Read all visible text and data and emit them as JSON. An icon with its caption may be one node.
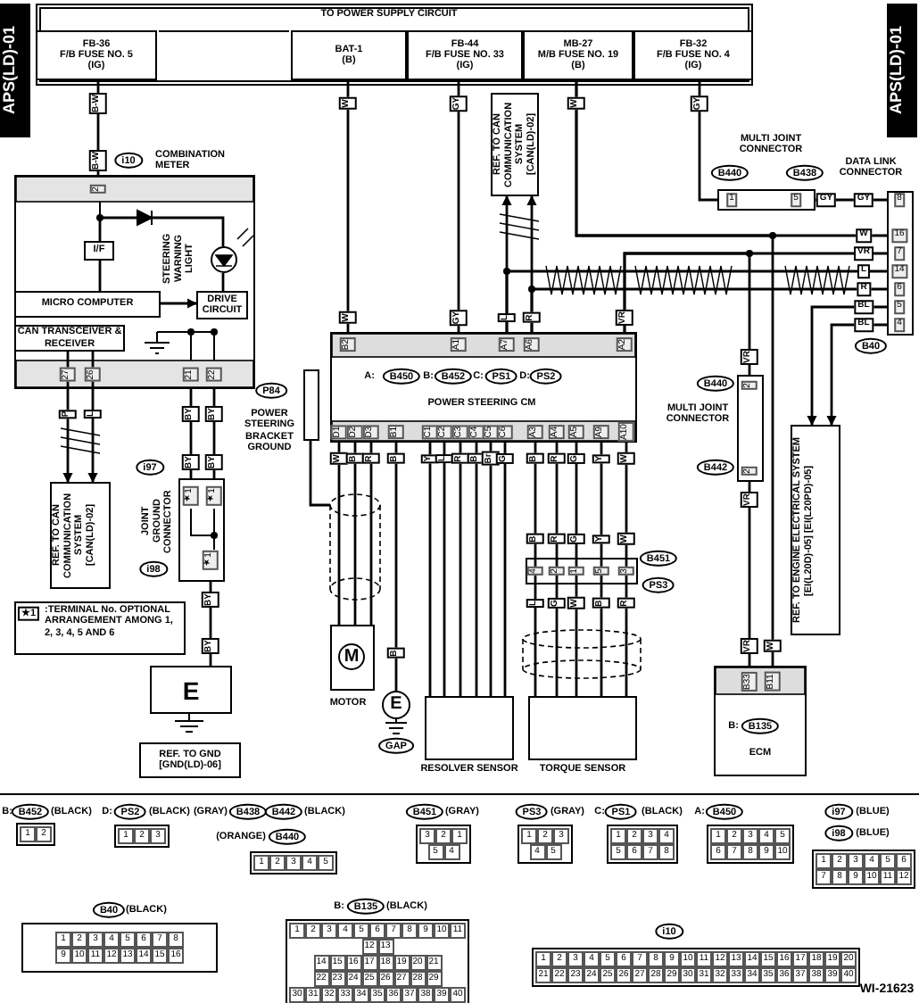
{
  "diagram": {
    "nodes": [
      {
        "text": [
          "TO POWER SUPPLY CIRCUIT"
        ]
      },
      {
        "text": [
          "FB-36",
          "F/B FUSE NO. 5",
          "(IG)"
        ],
        "in": 0
      },
      {
        "text": [
          "BAT-1",
          "(B)"
        ],
        "in": 0
      },
      {
        "text": [
          "FB-44",
          "F/B FUSE NO. 33",
          "(IG)"
        ],
        "in": 0
      },
      {
        "text": [
          "MB-27",
          "M/B FUSE NO. 19",
          "(B)"
        ],
        "in": 0
      },
      {
        "text": [
          "FB-32",
          "F/B FUSE NO. 4",
          "(IG)"
        ],
        "in": 0
      },
      {
        "text": [
          "COMBINATION METER"
        ],
        "beside": [
          "i10"
        ]
      },
      {
        "text": [
          "I/F"
        ],
        "in": 6
      },
      {
        "text": [
          "MICRO COMPUTER"
        ],
        "in": 6
      },
      {
        "text": [
          "DRIVE CIRCUIT"
        ],
        "in": 6
      },
      {
        "text": [
          "CAN TRANSCEIVER & RECEIVER"
        ],
        "in": 6
      },
      {
        "text": [
          "STEERING WARNING LIGHT"
        ],
        "in": 6
      },
      {
        "text": [
          "REF. TO CAN COMMUNICATION SYSTEM [CAN(LD)-02]"
        ]
      },
      {
        "text": [
          "REF. TO CAN COMMUNICATION SYSTEM [CAN(LD)-02]"
        ]
      },
      {
        "text": [
          "JOINT GROUND CONNECTOR"
        ],
        "beside": [
          "i97",
          "i98"
        ]
      },
      {
        "text": [
          "E"
        ]
      },
      {
        "text": [
          "REF. TO GND [GND(LD)-06]"
        ]
      },
      {
        "text": [
          "★1",
          ":TERMINAL No. OPTIONAL ARRANGEMENT AMONG 1, 2, 3, 4, 5 AND 6"
        ]
      },
      {
        "text": [
          "A:",
          "B450",
          "B:",
          "B452",
          "C:",
          "PS1",
          "D:",
          "PS2",
          "POWER STEERING CM"
        ]
      },
      {
        "text": [
          "POWER STEERING BRACKET GROUND"
        ],
        "beside": [
          "P84"
        ]
      },
      {
        "text": [
          "M"
        ],
        "beside": [
          "MOTOR"
        ]
      },
      {
        "text": [
          "E"
        ],
        "beside": [
          "GAP"
        ]
      },
      {
        "text": [
          "RESOLVER SENSOR"
        ]
      },
      {
        "text": [
          "TORQUE SENSOR"
        ]
      },
      {
        "text": [
          "B:",
          "B135",
          "ECM"
        ]
      },
      {
        "text": [
          "MULTI JOINT CONNECTOR"
        ],
        "beside": [
          "B440",
          "B438"
        ]
      },
      {
        "text": [
          "DATA LINK CONNECTOR"
        ],
        "beside": [
          "B40"
        ]
      },
      {
        "text": [
          "MULTI JOINT CONNECTOR"
        ],
        "beside": [
          "B440",
          "B442"
        ]
      },
      {
        "text": [
          "REF. TO ENGINE ELECTRICAL SYSTEM [EI(L20D)-05] [EI(L20PD)-05]"
        ]
      },
      {
        "text": [
          "1 2"
        ],
        "beside": [
          "B:",
          "B452",
          "(BLACK)"
        ]
      },
      {
        "text": [
          "1 2 3"
        ],
        "beside": [
          "D:",
          "PS2",
          "(BLACK)"
        ]
      },
      {
        "text": [
          "1 2 3 4 5"
        ],
        "beside": [
          "(GRAY)",
          "B438",
          "B442",
          "(BLACK)",
          "(ORANGE)",
          "B440"
        ]
      },
      {
        "text": [
          "3 2 1",
          "5 4"
        ],
        "beside": [
          "B451",
          "(GRAY)"
        ]
      },
      {
        "text": [
          "1 2 3",
          "4 5"
        ],
        "beside": [
          "PS3",
          "(GRAY)"
        ]
      },
      {
        "text": [
          "1 2 3 4",
          "5 6 7 8"
        ],
        "beside": [
          "C:",
          "PS1",
          "(BLACK)"
        ]
      },
      {
        "text": [
          "1 2 3 4 5",
          "6 7 8 9 10"
        ],
        "beside": [
          "A:",
          "B450"
        ]
      },
      {
        "text": [
          "1 2 3 4 5 6",
          "7 8 9 10 11 12"
        ],
        "beside": [
          "i97",
          "(BLUE)",
          "i98",
          "(BLUE)"
        ]
      },
      {
        "text": [
          "1 2 3 4 5 6 7 8",
          "9 10 11 12 13 14 15 16"
        ],
        "beside": [
          "B40",
          "(BLACK)"
        ]
      },
      {
        "text": [
          "1 2 3 4 5 6 7 8 9 10 11",
          "12 13",
          "14 15 16 17 18 19 20 21",
          "22 23 24 25 26 27 28 29",
          "30 31 32 33 34 35 36 37 38 39 40"
        ],
        "beside": [
          "B:",
          "B135",
          "(BLACK)"
        ]
      },
      {
        "text": [
          "1 2 3 4 5 6 7 8 9 10 11 12 13 14 15 16 17 18 19 20",
          "21 22 23 24 25 26 27 28 29 30 31 32 33 34 35 36 37 38 39 40"
        ],
        "beside": [
          "i10"
        ]
      }
    ],
    "edges": [
      {
        "from": 1,
        "to": 6,
        "arrow": "none"
      },
      {
        "from": 2,
        "to": 18,
        "arrow": "none"
      },
      {
        "from": 3,
        "to": 18,
        "arrow": "none"
      },
      {
        "from": 4,
        "to": 26,
        "arrow": "none"
      },
      {
        "from": 4,
        "to": 24,
        "arrow": "none"
      },
      {
        "from": 5,
        "to": 25,
        "arrow": "none"
      },
      {
        "from": 25,
        "to": 26,
        "arrow": "none"
      },
      {
        "from": 10,
        "to": 12,
        "arrow": "to"
      },
      {
        "from": 10,
        "to": 12,
        "arrow": "to"
      },
      {
        "from": 6,
        "to": 14,
        "arrow": "none"
      },
      {
        "from": 6,
        "to": 14,
        "arrow": "none"
      },
      {
        "from": 14,
        "to": 15,
        "arrow": "none"
      },
      {
        "from": 18,
        "to": 13,
        "arrow": "to"
      },
      {
        "from": 18,
        "to": 13,
        "arrow": "to"
      },
      {
        "from": 18,
        "to": 26,
        "arrow": "none"
      },
      {
        "from": 18,
        "to": 26,
        "arrow": "none"
      },
      {
        "from": 18,
        "to": 26,
        "arrow": "none"
      },
      {
        "from": 18,
        "to": 27,
        "arrow": "none"
      },
      {
        "from": 27,
        "to": 24,
        "arrow": "none"
      },
      {
        "from": 26,
        "to": 28,
        "arrow": "to"
      },
      {
        "from": 26,
        "to": 28,
        "arrow": "to"
      },
      {
        "from": 19,
        "to": null,
        "arrow": "none"
      },
      {
        "from": 18,
        "to": 20,
        "arrow": "none"
      },
      {
        "from": 18,
        "to": 20,
        "arrow": "none"
      },
      {
        "from": 18,
        "to": 20,
        "arrow": "none"
      },
      {
        "from": 18,
        "to": 21,
        "arrow": "none"
      },
      {
        "from": 18,
        "to": 22,
        "arrow": "none"
      },
      {
        "from": 18,
        "to": 22,
        "arrow": "none"
      },
      {
        "from": 18,
        "to": 22,
        "arrow": "none"
      },
      {
        "from": 18,
        "to": 22,
        "arrow": "none"
      },
      {
        "from": 18,
        "to": 22,
        "arrow": "none"
      },
      {
        "from": 18,
        "to": 22,
        "arrow": "none"
      },
      {
        "from": 18,
        "to": 23,
        "arrow": "none"
      },
      {
        "from": 18,
        "to": 23,
        "arrow": "none"
      },
      {
        "from": 18,
        "to": 23,
        "arrow": "none"
      },
      {
        "from": 18,
        "to": 23,
        "arrow": "none"
      },
      {
        "from": 18,
        "to": 23,
        "arrow": "none"
      },
      {
        "from": 7,
        "to": 8,
        "arrow": "none"
      },
      {
        "from": 8,
        "to": 9,
        "arrow": "to"
      },
      {
        "from": 9,
        "to": 11,
        "arrow": "none"
      },
      {
        "from": 7,
        "to": 11,
        "arrow": "none"
      }
    ],
    "labels": [
      "APS(LD)-01",
      "APS(LD)-01",
      "B-W",
      "W",
      "GY",
      "W",
      "GY",
      "B-W",
      "2",
      "27",
      "26",
      "21",
      "22",
      "P",
      "L",
      "BY",
      "BY",
      "BY",
      "BY",
      "★1",
      "★1",
      "★1",
      "BY",
      "BY",
      "W",
      "B2",
      "GY",
      "A1",
      "L",
      "A7",
      "R",
      "A6",
      "VR",
      "A2",
      "1",
      "5",
      "GY",
      "GY",
      "8",
      "W",
      "16",
      "VR",
      "7",
      "L",
      "14",
      "R",
      "6",
      "BL",
      "5",
      "BL",
      "4",
      "VR",
      "2",
      "2",
      "VR",
      "D1",
      "D2",
      "D3",
      "B1",
      "C1",
      "C2",
      "C3",
      "C4",
      "C5",
      "C6",
      "A3",
      "A4",
      "A5",
      "A9",
      "A10",
      "W",
      "B",
      "R",
      "B",
      "Y",
      "L",
      "R",
      "B",
      "Br",
      "G",
      "B",
      "R",
      "G",
      "Y",
      "W",
      "B",
      "B",
      "R",
      "G",
      "Y",
      "W",
      "4",
      "2",
      "1",
      "5",
      "3",
      "L",
      "G",
      "W",
      "B",
      "R",
      "B451",
      "PS3",
      "VR",
      "W",
      "B33",
      "B11",
      "WI-21623"
    ]
  }
}
